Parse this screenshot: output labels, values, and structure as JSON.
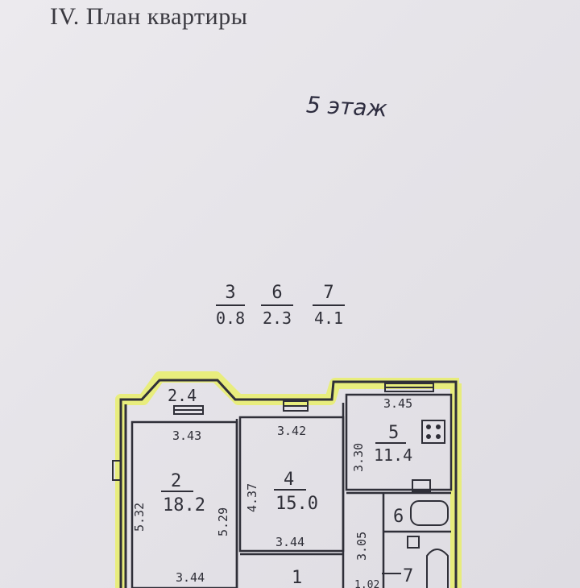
{
  "title": "IV. План квартиры",
  "floor_note": "5 этаж",
  "legend": [
    {
      "number": "3",
      "area": "0.8"
    },
    {
      "number": "6",
      "area": "2.3"
    },
    {
      "number": "7",
      "area": "4.1"
    }
  ],
  "plan": {
    "balcony_dim": "2.4",
    "room2": {
      "number": "2",
      "area": "18.2",
      "width": "3.43",
      "length": "5.32",
      "length_inner": "5.29",
      "bottom": "3.44"
    },
    "room4": {
      "number": "4",
      "area": "15.0",
      "width": "3.42",
      "length": "4.37",
      "bottom": "3.44"
    },
    "room5": {
      "number": "5",
      "area": "11.4",
      "width": "3.45",
      "length": "3.30"
    },
    "room6": {
      "number": "6"
    },
    "room7": {
      "number": "7"
    },
    "room1": {
      "number": "1"
    },
    "corridor_dim": "3.05",
    "small_dim": "1.02"
  },
  "colors": {
    "highlight": "#e9ef6a",
    "ink": "#2f2f38",
    "paper": "#e6e4e9"
  }
}
